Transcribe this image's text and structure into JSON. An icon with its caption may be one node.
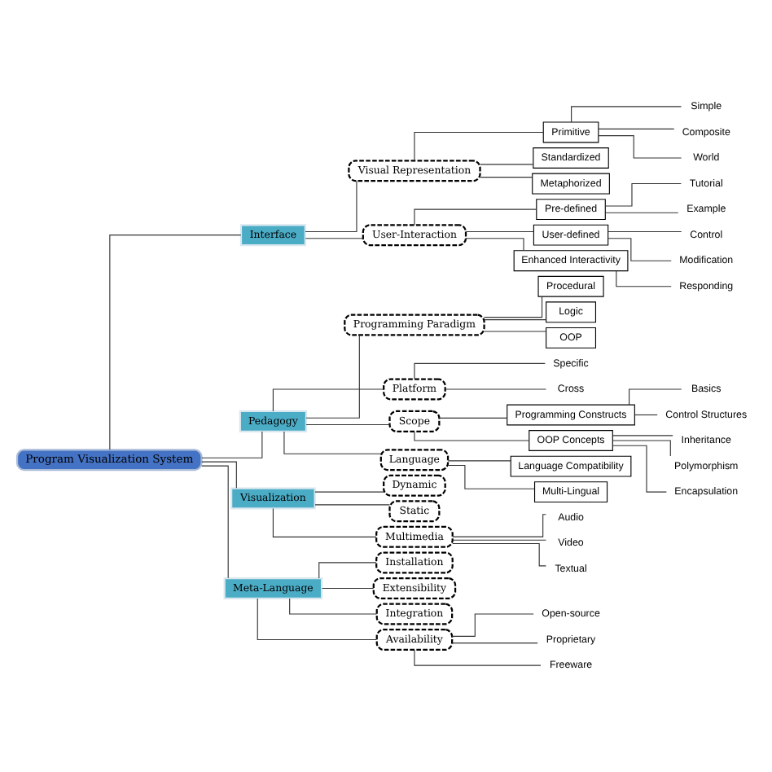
{
  "diagram": {
    "nodes": [
      {
        "text": [
          "Program Visualization System"
        ]
      },
      {
        "text": [
          "Interface"
        ]
      },
      {
        "text": [
          "Pedagogy"
        ]
      },
      {
        "text": [
          "Visualization"
        ]
      },
      {
        "text": [
          "Meta-Language"
        ]
      },
      {
        "text": [
          "Visual Representation"
        ]
      },
      {
        "text": [
          "Primitive"
        ]
      },
      {
        "text": [
          "Simple"
        ]
      },
      {
        "text": [
          "Composite"
        ]
      },
      {
        "text": [
          "World"
        ]
      },
      {
        "text": [
          "Standardized"
        ]
      },
      {
        "text": [
          "Metaphorized"
        ]
      },
      {
        "text": [
          "User-Interaction"
        ]
      },
      {
        "text": [
          "Pre-defined"
        ]
      },
      {
        "text": [
          "Tutorial"
        ]
      },
      {
        "text": [
          "Example"
        ]
      },
      {
        "text": [
          "User-defined"
        ]
      },
      {
        "text": [
          "Control"
        ]
      },
      {
        "text": [
          "Modification"
        ]
      },
      {
        "text": [
          "Enhanced Interactivity"
        ]
      },
      {
        "text": [
          "Responding"
        ]
      },
      {
        "text": [
          "Programming Paradigm"
        ]
      },
      {
        "text": [
          "Procedural"
        ]
      },
      {
        "text": [
          "Logic"
        ]
      },
      {
        "text": [
          "OOP"
        ]
      },
      {
        "text": [
          "Platform"
        ]
      },
      {
        "text": [
          "Specific"
        ]
      },
      {
        "text": [
          "Cross"
        ]
      },
      {
        "text": [
          "Scope"
        ]
      },
      {
        "text": [
          "Programming Constructs"
        ]
      },
      {
        "text": [
          "Basics"
        ]
      },
      {
        "text": [
          "Control Structures"
        ]
      },
      {
        "text": [
          "OOP Concepts"
        ]
      },
      {
        "text": [
          "Inheritance"
        ]
      },
      {
        "text": [
          "Polymorphism"
        ]
      },
      {
        "text": [
          "Encapsulation"
        ]
      },
      {
        "text": [
          "Language"
        ]
      },
      {
        "text": [
          "Language Compatibility"
        ]
      },
      {
        "text": [
          "Multi-Lingual"
        ]
      },
      {
        "text": [
          "Dynamic"
        ]
      },
      {
        "text": [
          "Static"
        ]
      },
      {
        "text": [
          "Multimedia"
        ]
      },
      {
        "text": [
          "Audio"
        ]
      },
      {
        "text": [
          "Video"
        ]
      },
      {
        "text": [
          "Textual"
        ]
      },
      {
        "text": [
          "Installation"
        ]
      },
      {
        "text": [
          "Extensibility"
        ]
      },
      {
        "text": [
          "Integration"
        ]
      },
      {
        "text": [
          "Availability"
        ]
      },
      {
        "text": [
          "Open-source"
        ]
      },
      {
        "text": [
          "Proprietary"
        ]
      },
      {
        "text": [
          "Freeware"
        ]
      }
    ],
    "edges": [
      {
        "from": 0,
        "to": 1,
        "arrow": "none"
      },
      {
        "from": 0,
        "to": 2,
        "arrow": "none"
      },
      {
        "from": 0,
        "to": 3,
        "arrow": "none"
      },
      {
        "from": 0,
        "to": 4,
        "arrow": "none"
      },
      {
        "from": 1,
        "to": 5,
        "arrow": "none"
      },
      {
        "from": 5,
        "to": 6,
        "arrow": "none"
      },
      {
        "from": 6,
        "to": 7,
        "arrow": "none"
      },
      {
        "from": 6,
        "to": 8,
        "arrow": "none"
      },
      {
        "from": 6,
        "to": 9,
        "arrow": "none"
      },
      {
        "from": 5,
        "to": 10,
        "arrow": "none"
      },
      {
        "from": 5,
        "to": 11,
        "arrow": "none"
      },
      {
        "from": 1,
        "to": 12,
        "arrow": "none"
      },
      {
        "from": 12,
        "to": 13,
        "arrow": "none"
      },
      {
        "from": 13,
        "to": 14,
        "arrow": "none"
      },
      {
        "from": 13,
        "to": 15,
        "arrow": "none"
      },
      {
        "from": 12,
        "to": 16,
        "arrow": "none"
      },
      {
        "from": 16,
        "to": 17,
        "arrow": "none"
      },
      {
        "from": 16,
        "to": 18,
        "arrow": "none"
      },
      {
        "from": 12,
        "to": 19,
        "arrow": "none"
      },
      {
        "from": 19,
        "to": 20,
        "arrow": "none"
      },
      {
        "from": 2,
        "to": 21,
        "arrow": "none"
      },
      {
        "from": 21,
        "to": 22,
        "arrow": "none"
      },
      {
        "from": 21,
        "to": 23,
        "arrow": "none"
      },
      {
        "from": 21,
        "to": 24,
        "arrow": "none"
      },
      {
        "from": 2,
        "to": 25,
        "arrow": "none"
      },
      {
        "from": 25,
        "to": 26,
        "arrow": "none"
      },
      {
        "from": 25,
        "to": 27,
        "arrow": "none"
      },
      {
        "from": 2,
        "to": 28,
        "arrow": "none"
      },
      {
        "from": 28,
        "to": 29,
        "arrow": "none"
      },
      {
        "from": 29,
        "to": 30,
        "arrow": "none"
      },
      {
        "from": 29,
        "to": 31,
        "arrow": "none"
      },
      {
        "from": 28,
        "to": 32,
        "arrow": "none"
      },
      {
        "from": 32,
        "to": 33,
        "arrow": "none"
      },
      {
        "from": 32,
        "to": 34,
        "arrow": "none"
      },
      {
        "from": 32,
        "to": 35,
        "arrow": "none"
      },
      {
        "from": 2,
        "to": 36,
        "arrow": "none"
      },
      {
        "from": 36,
        "to": 37,
        "arrow": "none"
      },
      {
        "from": 36,
        "to": 38,
        "arrow": "none"
      },
      {
        "from": 3,
        "to": 39,
        "arrow": "none"
      },
      {
        "from": 3,
        "to": 40,
        "arrow": "none"
      },
      {
        "from": 3,
        "to": 41,
        "arrow": "none"
      },
      {
        "from": 41,
        "to": 42,
        "arrow": "none"
      },
      {
        "from": 41,
        "to": 43,
        "arrow": "none"
      },
      {
        "from": 41,
        "to": 44,
        "arrow": "none"
      },
      {
        "from": 4,
        "to": 45,
        "arrow": "none"
      },
      {
        "from": 4,
        "to": 46,
        "arrow": "none"
      },
      {
        "from": 4,
        "to": 47,
        "arrow": "none"
      },
      {
        "from": 4,
        "to": 48,
        "arrow": "none"
      },
      {
        "from": 48,
        "to": 49,
        "arrow": "none"
      },
      {
        "from": 48,
        "to": 50,
        "arrow": "none"
      },
      {
        "from": 48,
        "to": 51,
        "arrow": "none"
      }
    ]
  }
}
